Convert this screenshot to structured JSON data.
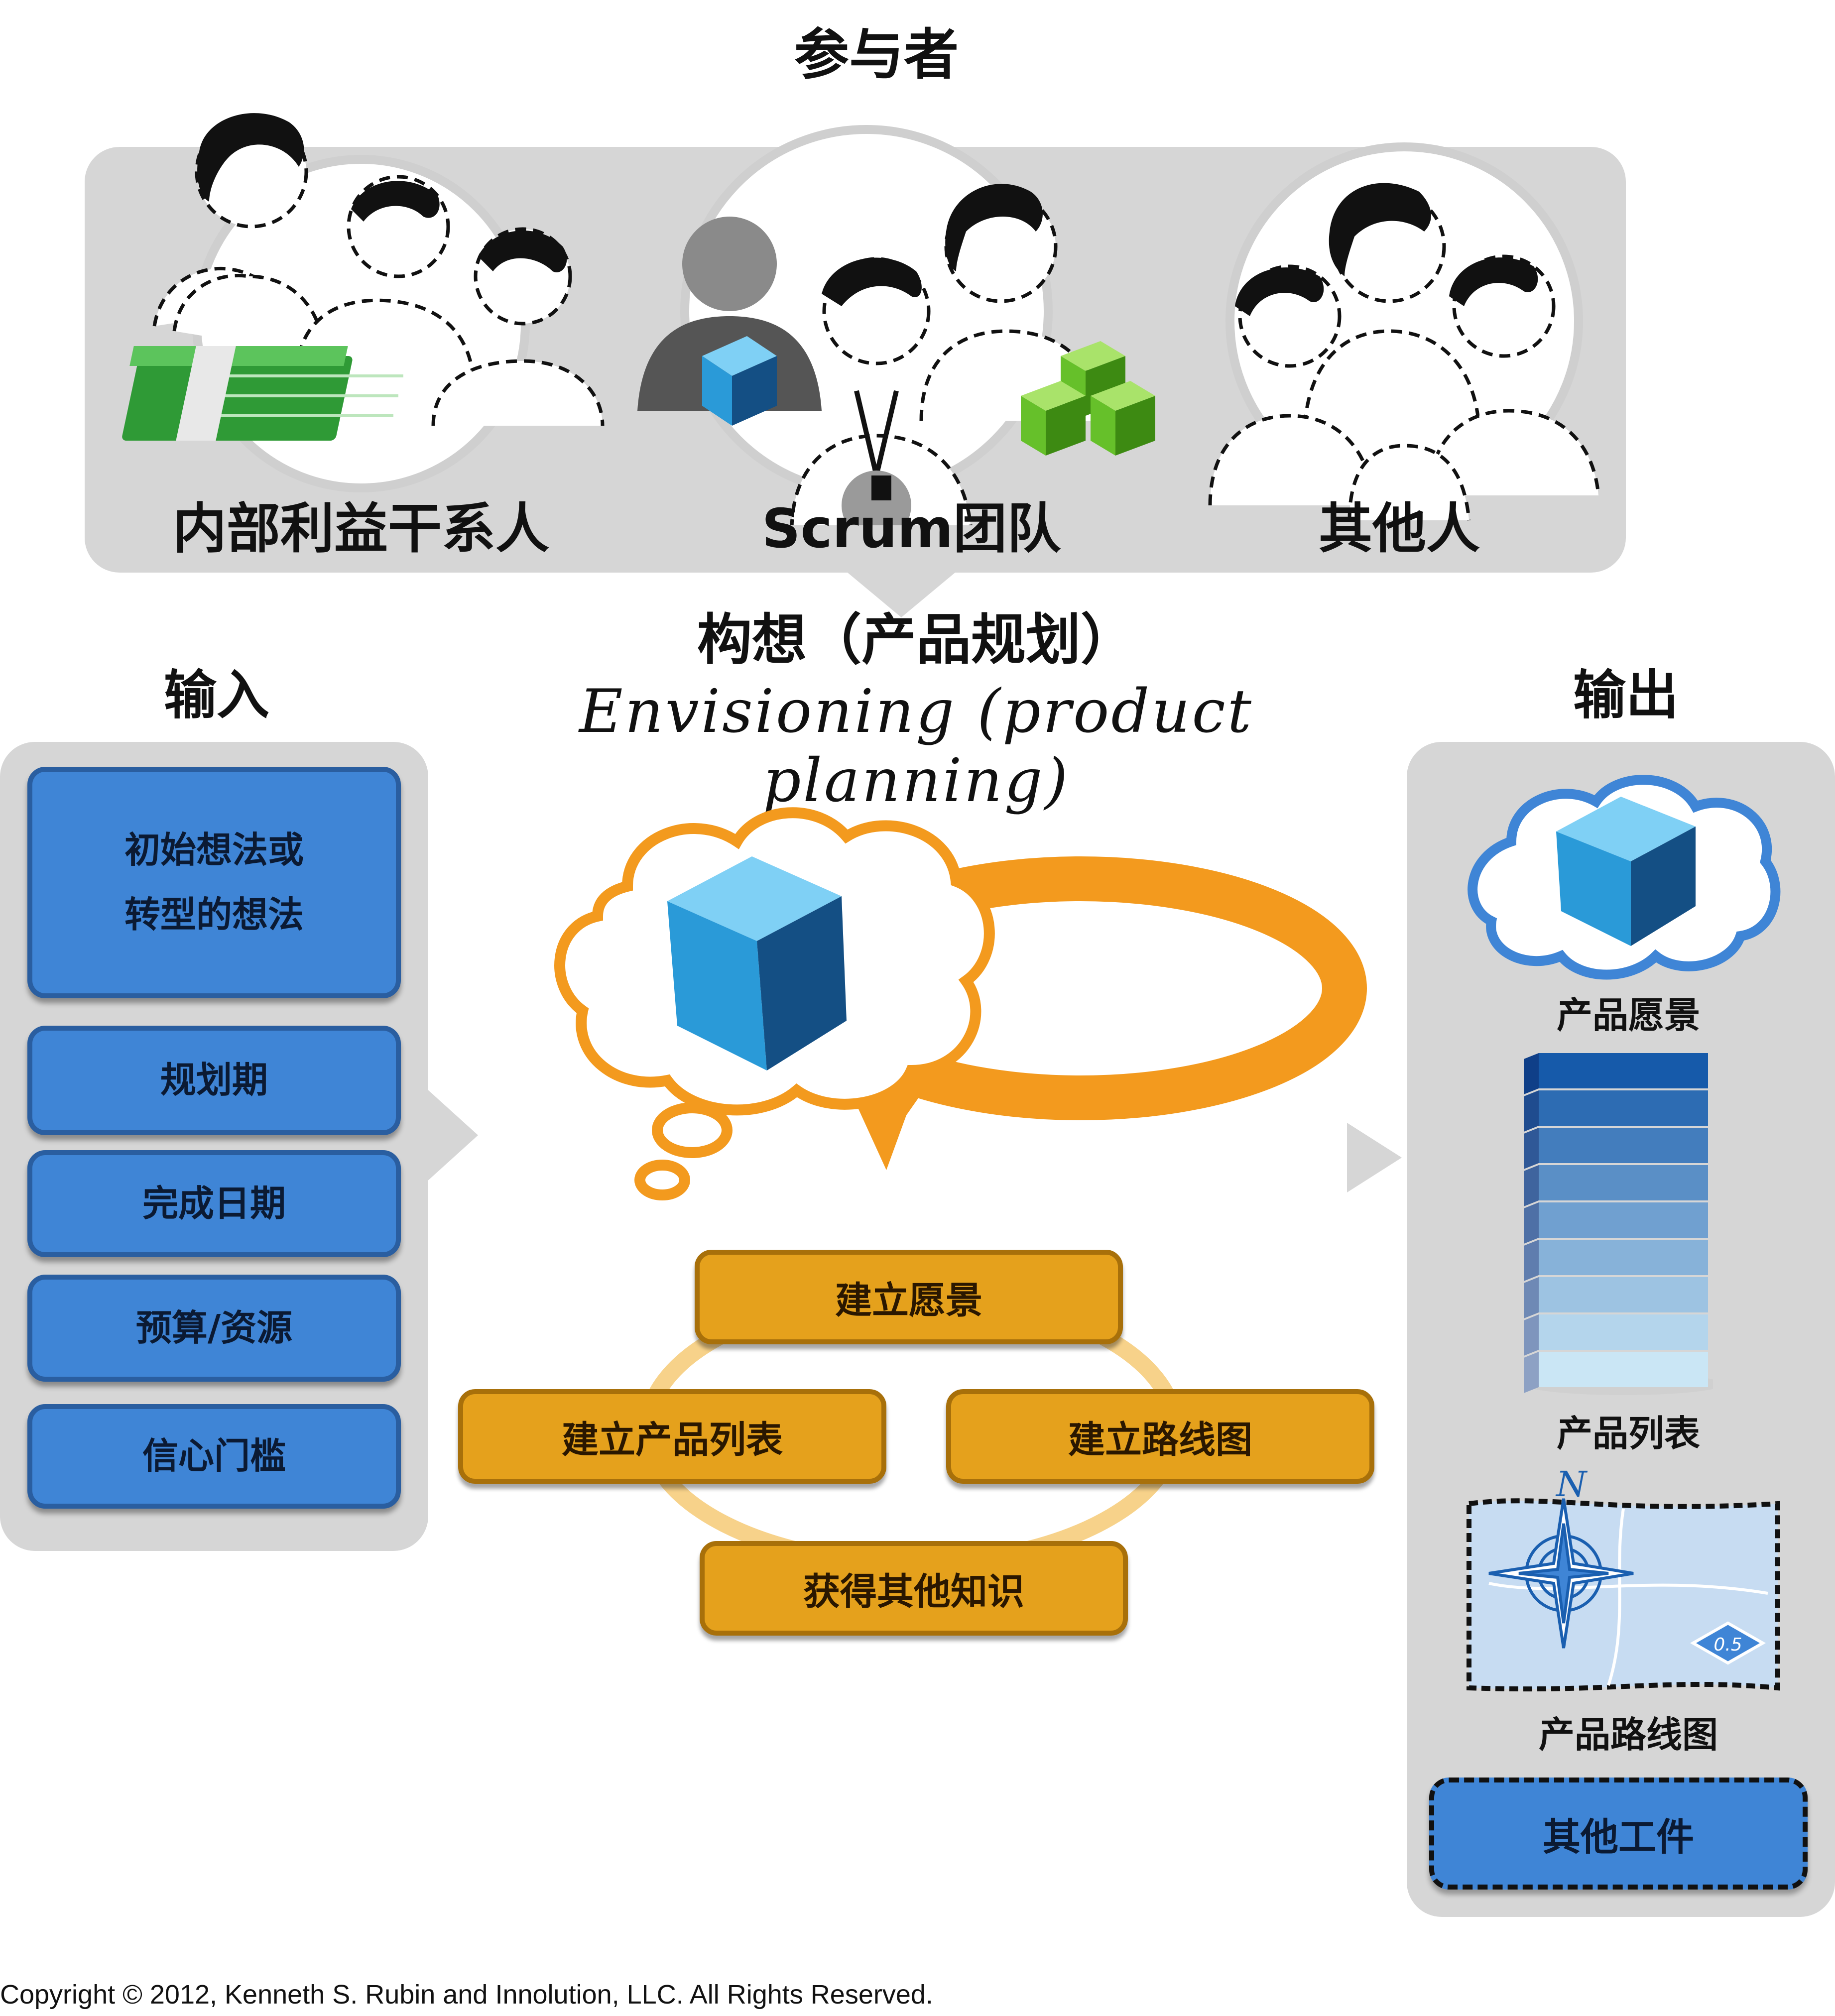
{
  "participants": {
    "title": "参与者",
    "groups": [
      {
        "label": "内部利益干系人"
      },
      {
        "label": "Scrum团队"
      },
      {
        "label": "其他人"
      }
    ]
  },
  "center": {
    "title": "构想（产品规划）",
    "subtitle": "Envisioning (product planning)",
    "activities": [
      "建立愿景",
      "建立产品列表",
      "建立路线图",
      "获得其他知识"
    ]
  },
  "inputs": {
    "title": "输入",
    "items": [
      {
        "line1": "初始想法或",
        "line2": "转型的想法"
      },
      {
        "line1": "规划期"
      },
      {
        "line1": "完成日期"
      },
      {
        "line1": "预算/资源"
      },
      {
        "line1": "信心门槛"
      }
    ]
  },
  "outputs": {
    "title": "输出",
    "items": [
      "产品愿景",
      "产品列表",
      "产品路线图",
      "其他工件"
    ],
    "map_compass_letter": "N",
    "map_scale_label": "0.5"
  },
  "copyright": "Copyright © 2012, Kenneth S. Rubin and Innolution, LLC. All Rights Reserved.",
  "colors": {
    "panel_gray": "#d6d6d6",
    "input_blue": "#3f85d6",
    "activity_orange": "#e5a11c",
    "cycle_arrow_orange": "#f39a1e",
    "money_green": "#3aa33a",
    "cube_blue": "#2a9ad8",
    "cube_green": "#66c02a"
  },
  "icons": [
    "people-outline-icon",
    "money-stack-icon",
    "product-owner-icon",
    "green-cubes-icon",
    "whistle-icon",
    "thought-cloud-icon",
    "blue-cube-icon",
    "cycle-arrow-icon",
    "backlog-stack-icon",
    "roadmap-icon"
  ]
}
